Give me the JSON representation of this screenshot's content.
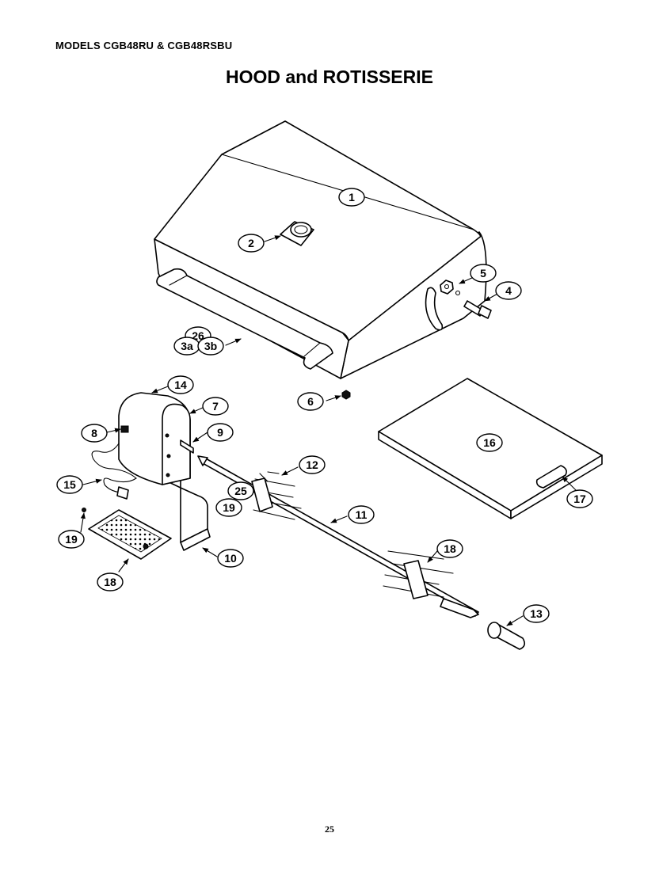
{
  "header": {
    "models": "MODELS CGB48RU & CGB48RSBU",
    "title": "HOOD and ROTISSERIE"
  },
  "footer": {
    "page_number": "25"
  },
  "callouts": [
    {
      "id": "c1",
      "label": "1"
    },
    {
      "id": "c2",
      "label": "2"
    },
    {
      "id": "c5",
      "label": "5"
    },
    {
      "id": "c4",
      "label": "4"
    },
    {
      "id": "c26",
      "label": "26"
    },
    {
      "id": "c3a",
      "label": "3a"
    },
    {
      "id": "c3b",
      "label": "3b"
    },
    {
      "id": "c6",
      "label": "6"
    },
    {
      "id": "c14",
      "label": "14"
    },
    {
      "id": "c7",
      "label": "7"
    },
    {
      "id": "c8",
      "label": "8"
    },
    {
      "id": "c9",
      "label": "9"
    },
    {
      "id": "c15",
      "label": "15"
    },
    {
      "id": "c19a",
      "label": "19"
    },
    {
      "id": "c18a",
      "label": "18"
    },
    {
      "id": "c10",
      "label": "10"
    },
    {
      "id": "c12",
      "label": "12"
    },
    {
      "id": "c25",
      "label": "25"
    },
    {
      "id": "c19b",
      "label": "19"
    },
    {
      "id": "c11",
      "label": "11"
    },
    {
      "id": "c18b",
      "label": "18"
    },
    {
      "id": "c13",
      "label": "13"
    },
    {
      "id": "c16",
      "label": "16"
    },
    {
      "id": "c17",
      "label": "17"
    }
  ]
}
